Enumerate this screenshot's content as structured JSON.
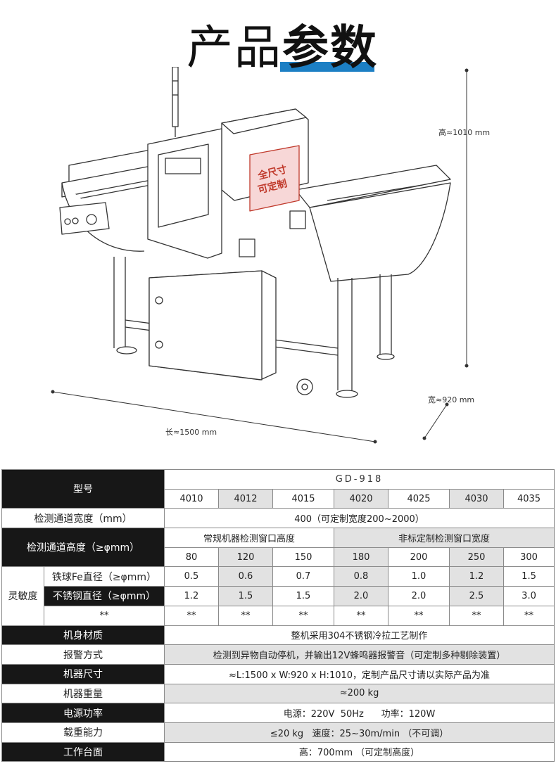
{
  "header": {
    "title_part1": "产品",
    "title_part2": "参数"
  },
  "illustration": {
    "stamp_line1": "全尺寸",
    "stamp_line2": "可定制",
    "height_label": "高≈1010 mm",
    "width_label": "宽≈920 mm",
    "length_label": "长≈1500 mm"
  },
  "table": {
    "model_label": "型号",
    "model_name": "GD-918",
    "models": [
      "4010",
      "4012",
      "4015",
      "4020",
      "4025",
      "4030",
      "4035"
    ],
    "channel_width_label": "检测通道宽度（mm）",
    "channel_width_value": "400（可定制宽度200~2000）",
    "channel_height_label": "检测通道高度（≥φmm）",
    "standard_window": "常规机器检测窗口高度",
    "custom_window": "非标定制检测窗口宽度",
    "heights": [
      "80",
      "120",
      "150",
      "180",
      "200",
      "250",
      "300"
    ],
    "sensitivity_label": "灵敏度",
    "fe_label": "铁球Fe直径（≥φmm）",
    "fe_values": [
      "0.5",
      "0.6",
      "0.7",
      "0.8",
      "1.0",
      "1.2",
      "1.5"
    ],
    "sus_label": "不锈钢直径（≥φmm）",
    "sus_values": [
      "1.2",
      "1.5",
      "1.5",
      "2.0",
      "2.0",
      "2.5",
      "3.0"
    ],
    "extra_label": "**",
    "extra_values": [
      "**",
      "**",
      "**",
      "**",
      "**",
      "**",
      "**"
    ],
    "rows": [
      {
        "label": "机身材质",
        "value": "整机采用304不锈钢冷拉工艺制作"
      },
      {
        "label": "报警方式",
        "value": "检测到异物自动停机，并输出12V蜂鸣器报警音（可定制多种剔除装置）"
      },
      {
        "label": "机器尺寸",
        "value": "≈L:1500 x W:920 x H:1010，定制产品尺寸请以实际产品为准"
      },
      {
        "label": "机器重量",
        "value": "≈200 kg"
      },
      {
        "label": "电源功率",
        "value": "电源：220V  50Hz      功率：120W"
      },
      {
        "label": "载重能力",
        "value": "≤20 kg   速度：25~30m/min （不可调）"
      },
      {
        "label": "工作台面",
        "value": "高：700mm （可定制高度）"
      }
    ]
  }
}
